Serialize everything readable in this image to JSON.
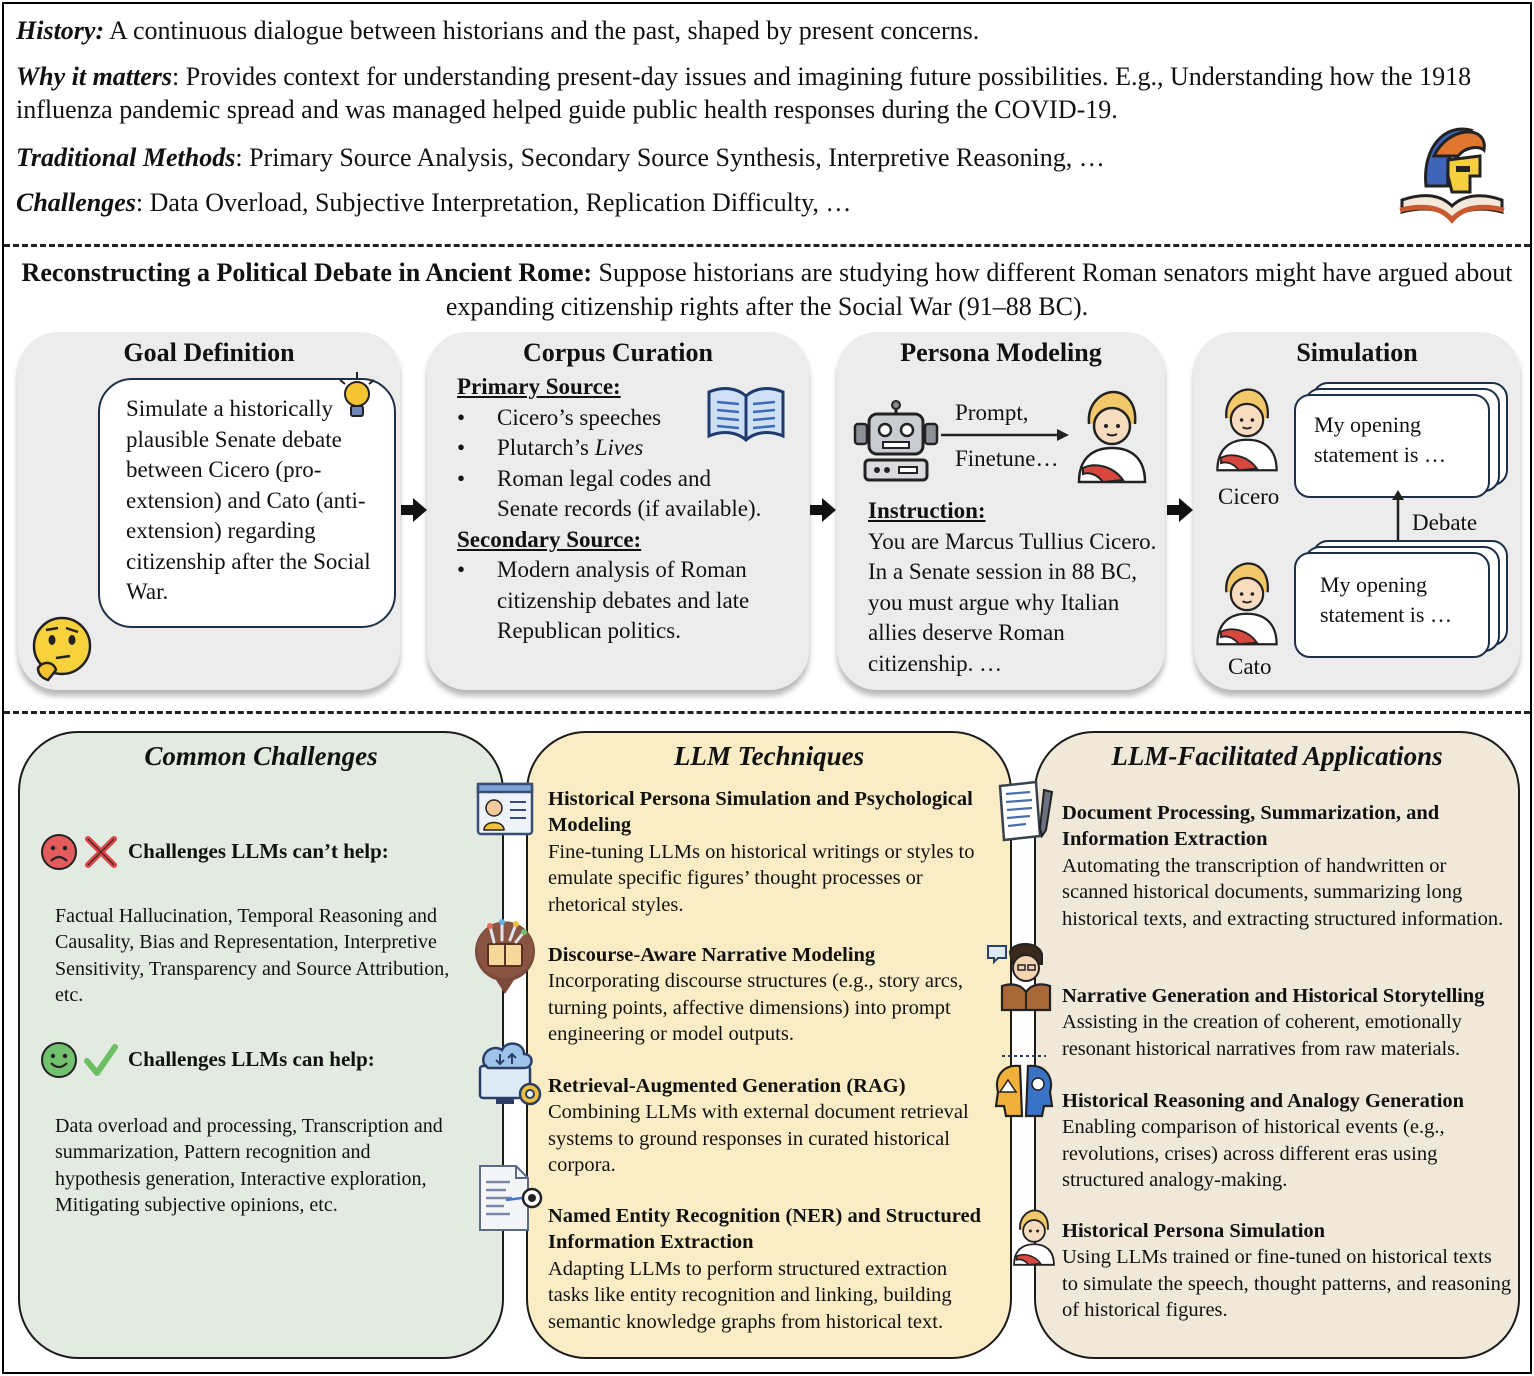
{
  "intro": {
    "history": {
      "term": "History:",
      "text": " A continuous dialogue between historians and the past, shaped by present concerns."
    },
    "why": {
      "term": "Why it matters",
      "text": ": Provides context for understanding present-day issues and imagining future possibilities. E.g., Understanding how the 1918 influenza pandemic spread and was managed helped guide public health responses during the COVID-19."
    },
    "methods": {
      "term": "Traditional Methods",
      "text": ": Primary Source Analysis, Secondary Source Synthesis, Interpretive Reasoning, …"
    },
    "challenges": {
      "term": "Challenges",
      "text": ": Data Overload, Subjective Interpretation, Replication Difficulty, …"
    }
  },
  "scenario": {
    "title": "Reconstructing a Political Debate in Ancient Rome:",
    "text": " Suppose historians are studying how different Roman senators might have argued about expanding citizenship rights after the Social War (91–88 BC)."
  },
  "goal": {
    "title": "Goal Definition",
    "text": "Simulate a historically plausible Senate debate between Cicero (pro-extension) and Cato (anti-extension) regarding citizenship after the Social War."
  },
  "corpus": {
    "title": "Corpus Curation",
    "primary_heading": "Primary Source:",
    "primary_items": [
      "Cicero’s speeches",
      "Plutarch’s ",
      "Roman legal codes and Senate records (if available)."
    ],
    "primary_italic": "Lives",
    "secondary_heading": "Secondary Source:",
    "secondary_items": [
      "Modern analysis of Roman citizenship debates and late Republican politics."
    ]
  },
  "persona": {
    "title": "Persona Modeling",
    "prompt_label": "Prompt,",
    "finetune_label": "Finetune…",
    "instruction_heading": "Instruction:",
    "instruction_text": "You are Marcus Tullius Cicero. In a Senate session in 88 BC, you must argue why Italian allies deserve Roman citizenship. …"
  },
  "simulation": {
    "title": "Simulation",
    "speaker1": "Cicero",
    "speaker2": "Cato",
    "statement1": "My opening statement is …",
    "statement2": "My opening statement is …",
    "debate_label": "Debate"
  },
  "challenges_panel": {
    "title": "Common Challenges",
    "cant_heading": "Challenges LLMs can’t help:",
    "cant_text": "Factual Hallucination, Temporal Reasoning and Causality, Bias and Representation, Interpretive Sensitivity, Transparency and Source Attribution, etc.",
    "can_heading": "Challenges LLMs can help:",
    "can_text": "Data overload and processing, Transcription and summarization, Pattern recognition and hypothesis generation, Interactive exploration, Mitigating subjective opinions, etc."
  },
  "techniques_panel": {
    "title": "LLM Techniques",
    "items": [
      {
        "title": "Historical Persona Simulation and Psychological Modeling",
        "text": "Fine-tuning LLMs on historical writings or styles to emulate specific figures’ thought processes or rhetorical styles."
      },
      {
        "title": "Discourse-Aware Narrative Modeling",
        "text": "Incorporating discourse structures (e.g., story arcs, turning points, affective dimensions) into prompt engineering or model outputs."
      },
      {
        "title": "Retrieval-Augmented Generation (RAG)",
        "text": "Combining LLMs with external document retrieval systems to ground responses in curated historical corpora."
      },
      {
        "title": "Named Entity Recognition (NER) and Structured Information Extraction",
        "text": "Adapting LLMs to perform structured extraction tasks like entity recognition and linking, building semantic knowledge graphs from historical text."
      }
    ]
  },
  "applications_panel": {
    "title": "LLM-Facilitated Applications",
    "items": [
      {
        "title": "Document Processing, Summarization, and Information Extraction",
        "text": "Automating the transcription of handwritten or scanned historical documents, summarizing long historical texts, and extracting structured information."
      },
      {
        "title": "Narrative Generation and Historical Storytelling",
        "text": "Assisting in the creation of coherent, emotionally resonant historical narratives from raw materials."
      },
      {
        "title": "Historical Reasoning and Analogy Generation",
        "text": "Enabling comparison of historical events (e.g., revolutions, crises) across different eras using structured analogy-making."
      },
      {
        "title": "Historical Persona Simulation",
        "text": "Using LLMs trained or fine-tuned on historical texts to simulate the speech, thought patterns, and reasoning of historical figures."
      }
    ]
  },
  "colors": {
    "challenges_bg": "#e3eae1",
    "techniques_bg": "#faecc4",
    "applications_bg": "#f0e8d8",
    "stage_bg": "#ececec"
  }
}
